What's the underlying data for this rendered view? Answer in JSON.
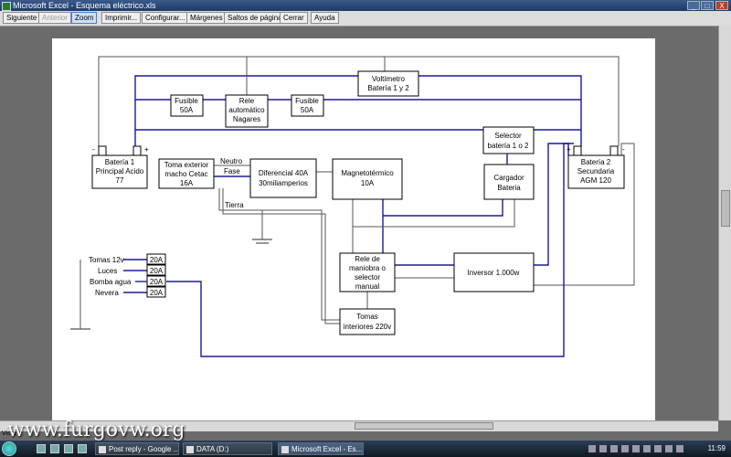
{
  "window": {
    "title": "Microsoft Excel - Esquema eléctrico.xls",
    "controls": [
      "_",
      "□",
      "X"
    ]
  },
  "toolbar": {
    "buttons": [
      {
        "label": "Siguiente",
        "enabled": true,
        "pressed": false
      },
      {
        "label": "Anterior",
        "enabled": false,
        "pressed": false
      },
      {
        "label": "Zoom",
        "enabled": true,
        "pressed": true
      },
      {
        "label": "Imprimir...",
        "enabled": true,
        "pressed": false
      },
      {
        "label": "Configurar...",
        "enabled": true,
        "pressed": false
      },
      {
        "label": "Márgenes",
        "enabled": true,
        "pressed": false
      },
      {
        "label": "Saltos de página",
        "enabled": true,
        "pressed": false
      },
      {
        "label": "Cerrar",
        "enabled": true,
        "pressed": false
      },
      {
        "label": "Ayuda",
        "enabled": true,
        "pressed": false
      }
    ]
  },
  "diagram": {
    "boxes": {
      "voltimetro": [
        "Voltímetro",
        "Batería 1 y 2"
      ],
      "fusible1": [
        "Fusible",
        "50A"
      ],
      "rele_auto": [
        "Rele",
        "automático",
        "Nagares"
      ],
      "fusible2": [
        "Fusible",
        "50A"
      ],
      "selector": [
        "Selector",
        "batería 1 o 2"
      ],
      "bateria1": [
        "Batería 1",
        "Principal Acido",
        "77"
      ],
      "toma_ext": [
        "Toma exterior",
        "macho Cetac",
        "16A"
      ],
      "diferencial": [
        "Diferencial 40A",
        "30miliamperios"
      ],
      "magneto": [
        "Magnetotérmico",
        "10A"
      ],
      "cargador": [
        "Cargador",
        "Bateria"
      ],
      "bateria2": [
        "Batería 2",
        "Secundaria",
        "AGM 120"
      ],
      "rele_maniobra": [
        "Rele de",
        "maniobra o",
        "selector",
        "manual"
      ],
      "inversor": [
        "Inversor 1.000w"
      ],
      "tomas_int": [
        "Tomas",
        "interiores 220v"
      ]
    },
    "wire_labels": {
      "neutro": "Neutro",
      "fase": "Fase",
      "tierra": "Tierra"
    },
    "polarity": {
      "minus": "-",
      "plus": "+"
    },
    "circuits": [
      {
        "name": "Tomas 12v",
        "rating": "20A"
      },
      {
        "name": "Luces",
        "rating": "20A"
      },
      {
        "name": "Bomba agua",
        "rating": "20A"
      },
      {
        "name": "Nevera",
        "rating": "20A"
      }
    ],
    "colors": {
      "positive_wire": "#1a1a9a",
      "ground_wire": "#555555",
      "neutral_wire": "#555555"
    }
  },
  "status_text": "Vista",
  "watermark": "www.furgovw.org",
  "taskbar": {
    "tasks": [
      {
        "label": "Post reply - Google ...",
        "active": false
      },
      {
        "label": "DATA (D:)",
        "active": false
      },
      {
        "label": "Microsoft Excel - Es...",
        "active": true
      }
    ],
    "clock": "11:59"
  }
}
